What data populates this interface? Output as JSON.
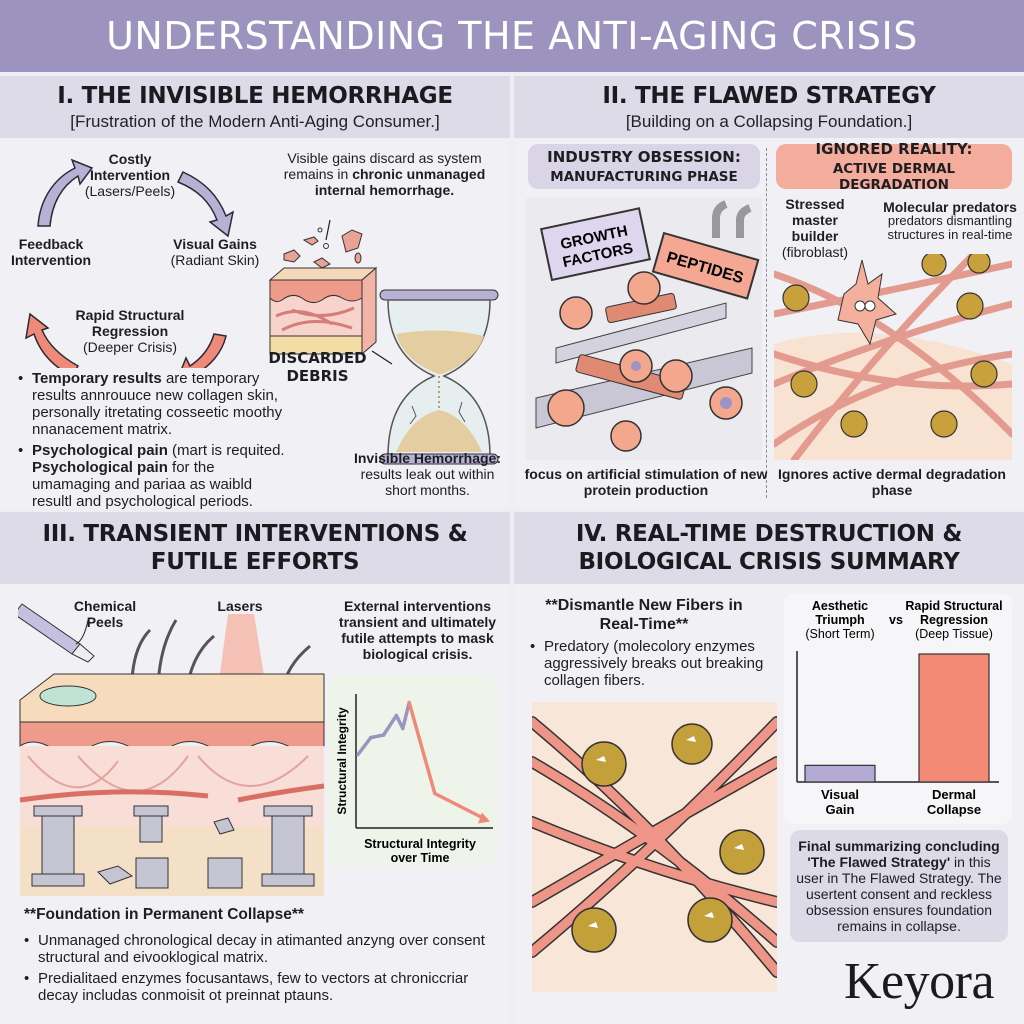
{
  "title": "UNDERSTANDING THE ANTI-AGING CRISIS",
  "colors": {
    "banner": "#9c94bf",
    "lavender": "#b7b0d6",
    "coral": "#f08a78",
    "header_bg": "#dedbe9"
  },
  "section1": {
    "title": "I. THE INVISIBLE HEMORRHAGE",
    "subtitle": "[Frustration of the Modern Anti-Aging Consumer.]",
    "cycle": [
      {
        "title": "Costly",
        "title2": "Intervention",
        "detail": "(Lasers/Peels)"
      },
      {
        "title": "Visual Gains",
        "detail": "(Radiant Skin)"
      },
      {
        "title": "Rapid Structural",
        "title2": "Regression",
        "detail": "(Deeper Crisis)"
      },
      {
        "title": "Feedback",
        "title2": "Intervention"
      }
    ],
    "callout_plain": "Visible gains discard as system remains in ",
    "callout_bold": "chronic unmanaged internal hemorrhage.",
    "debris_label": "DISCARDED DEBRIS",
    "bullets": [
      {
        "bold": "Temporary results",
        "text": " are temporary results annrouuce new collagen skin, personally itretating cosseetic moothy nnanacement matrix."
      },
      {
        "bold": "Psychological pain",
        "text": " (mart is requited.",
        "bold2": "Psychological pain",
        "text2": " for the umamaging and pariaa as waibld resultl and psychological periods."
      }
    ],
    "hourglass_title": "Invisible Hemorrhage:",
    "hourglass_text": "results leak out within short months."
  },
  "section2": {
    "title": "II. THE FLAWED STRATEGY",
    "subtitle": "[Building on a Collapsing Foundation.]",
    "left_tag": {
      "line1": "INDUSTRY OBSESSION:",
      "line2": "MANUFACTURING PHASE"
    },
    "right_tag": {
      "line1": "IGNORED REALITY:",
      "line2": "ACTIVE DERMAL DEGRADATION"
    },
    "signs": [
      "GROWTH",
      "FACTORS",
      "PEPTIDES"
    ],
    "fibroblast_label": {
      "l1": "Stressed",
      "l2": "master",
      "l3": "builder",
      "detail": "(fibroblast)"
    },
    "predator_label": {
      "title": "Molecular predators",
      "detail": "predators dismantling structures in real-time"
    },
    "left_caption": "focus on artificial stimulation of new protein production",
    "right_caption": "Ignores active dermal degradation phase"
  },
  "section3": {
    "title_line1": "III. TRANSIENT INTERVENTIONS &",
    "title_line2": "FUTILE EFFORTS",
    "labels": {
      "peels": "Chemical Peels",
      "lasers": "Lasers"
    },
    "callout": "External interventions transient and ultimately futile attempts to mask biological crisis.",
    "subheading": "**Foundation in Permanent Collapse**",
    "bullets": [
      "Unmanaged chronological decay in atimanted anzyng over consent structural and eivooklogical matrix.",
      "Predialitaed enzymes focusantaws, few to vectors at chroniccriar decay includas conmoisit ot preinnat ptauns."
    ]
  },
  "section4": {
    "title_line1": "IV. REAL-TIME DESTRUCTION &",
    "title_line2": "BIOLOGICAL CRISIS SUMMARY",
    "subheading": "**Dismantle New Fibers in Real-Time**",
    "bullet": "Predatory (molecolory enzymes aggressively breaks out breaking collagen fibers.",
    "summary_bold": "Final summarizing concluding 'The Flawed Strategy'",
    "summary_text": " in this user in The Flawed Strategy. The usertent consent and reckless obsession ensures foundation remains in collapse."
  },
  "brand": "Keyora",
  "chart_data": [
    {
      "type": "line",
      "title": "Structural Integrity over Time",
      "xlabel": "Structural Integrity over Time",
      "ylabel": "Structural Integrity",
      "grid": false,
      "x": [
        0,
        1,
        2,
        3,
        3.5,
        4,
        6,
        10
      ],
      "y": [
        55,
        68,
        70,
        85,
        75,
        95,
        25,
        5
      ],
      "ylim": [
        0,
        100
      ],
      "xlim": [
        0,
        10
      ],
      "color_start": "#9c94bf",
      "color_end": "#f08a78"
    },
    {
      "type": "bar",
      "title_left": "Aesthetic Triumph (Short Term)",
      "title_vs": "vs",
      "title_right": "Rapid Structural Regression (Deep Tissue)",
      "header": {
        "left1": "Aesthetic",
        "left2": "Triumph",
        "left3": "(Short Term)",
        "vs": "vs",
        "right1": "Rapid Structural",
        "right2": "Regression",
        "right3": "(Deep Tissue)"
      },
      "categories": [
        "Visual Gain",
        "Dermal Collapse"
      ],
      "category_lines": [
        [
          "Visual",
          "Gain"
        ],
        [
          "Dermal",
          "Collapse"
        ]
      ],
      "values": [
        13,
        100
      ],
      "ylim": [
        0,
        100
      ],
      "colors": [
        "#b3abd3",
        "#f28a76"
      ]
    }
  ]
}
